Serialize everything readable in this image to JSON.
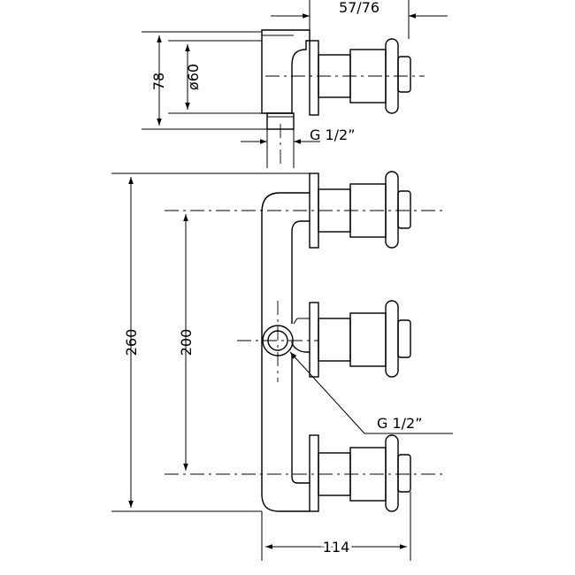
{
  "dimensions": {
    "top_width": "57/76",
    "elbow_height": "78",
    "elbow_diameter": "ø60",
    "top_thread": "G  1/2”",
    "total_height": "260",
    "valve_spacing": "200",
    "side_thread": "G  1/2”",
    "bottom_width": "114"
  }
}
